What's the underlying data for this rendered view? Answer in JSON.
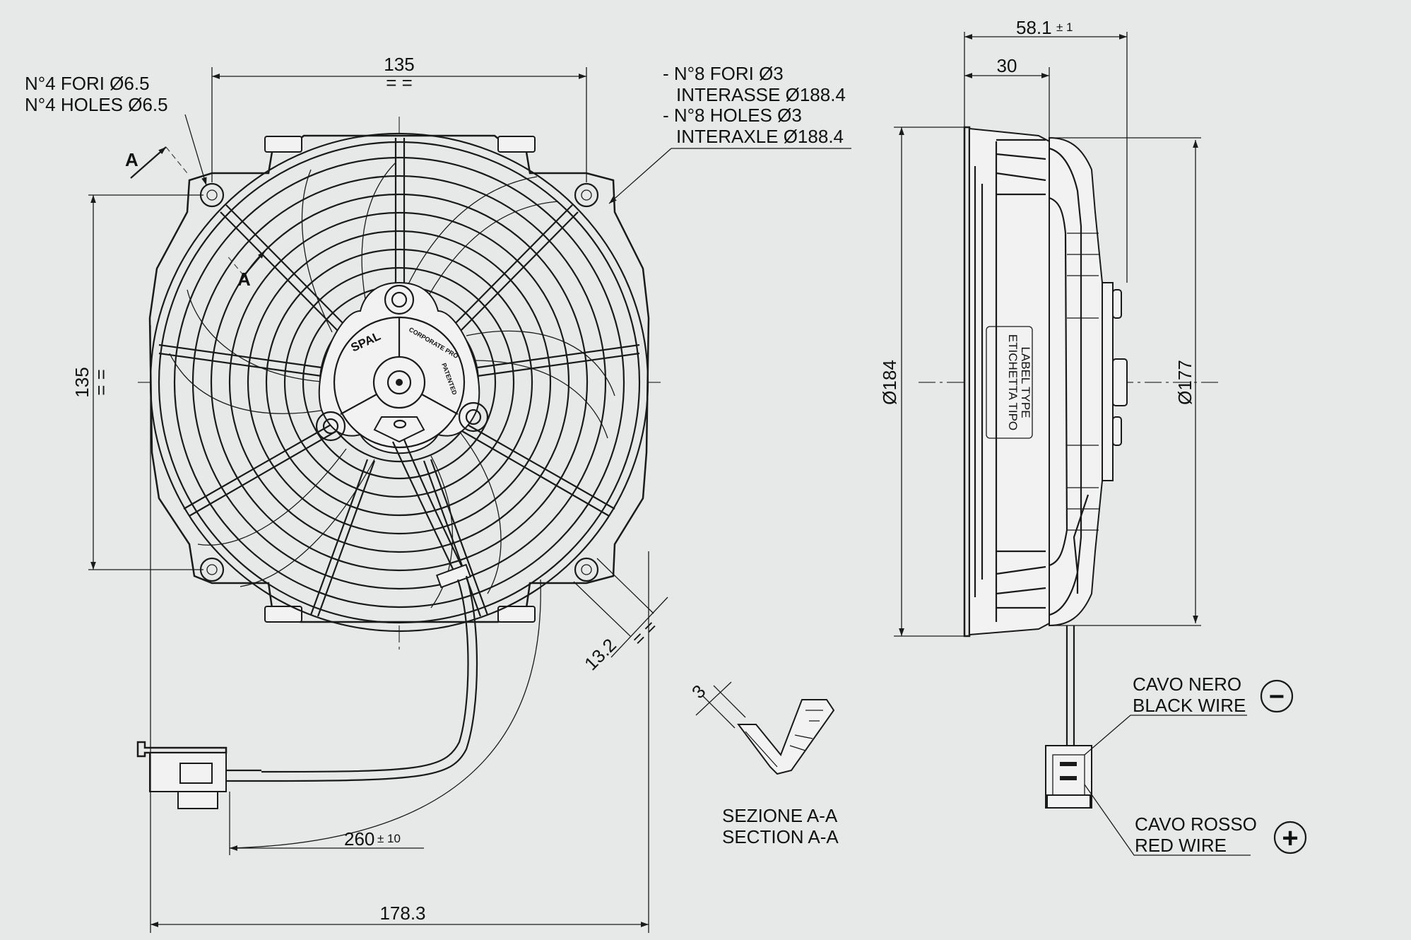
{
  "front_view": {
    "holes_note_it": "N°4 FORI Ø6.5",
    "holes_note_en": "N°4 HOLES Ø6.5",
    "holes8_note_it_1": "- N°8 FORI Ø3",
    "holes8_note_it_2": "INTERASSE Ø188.4",
    "holes8_note_en_1": "- N°8 HOLES Ø3",
    "holes8_note_en_2": "INTERAXLE Ø188.4",
    "dim_top": "135",
    "dim_left": "135",
    "eq_mark": "= =",
    "section_letter": "A",
    "dim_slot": "13.2",
    "dim_cable": "260",
    "dim_cable_tol": "± 10",
    "dim_width": "178.3",
    "brand": "SPAL",
    "patented": "PATENTED",
    "hub_small_text": "CORPORATE PRO"
  },
  "side_view": {
    "dim_depth": "58.1",
    "dim_depth_tol": "± 1",
    "dim_motor": "30",
    "dim_dia_outer": "Ø184",
    "dim_dia_inner": "Ø177",
    "label_it": "ETICHETTA TIPO",
    "label_en": "LABEL TYPE"
  },
  "section": {
    "dim_thickness": "3",
    "title_it": "SEZIONE A-A",
    "title_en": "SECTION A-A"
  },
  "wires": {
    "black_it": "CAVO NERO",
    "black_en": "BLACK WIRE",
    "black_symbol": "−",
    "red_it": "CAVO ROSSO",
    "red_en": "RED WIRE",
    "red_symbol": "+"
  }
}
